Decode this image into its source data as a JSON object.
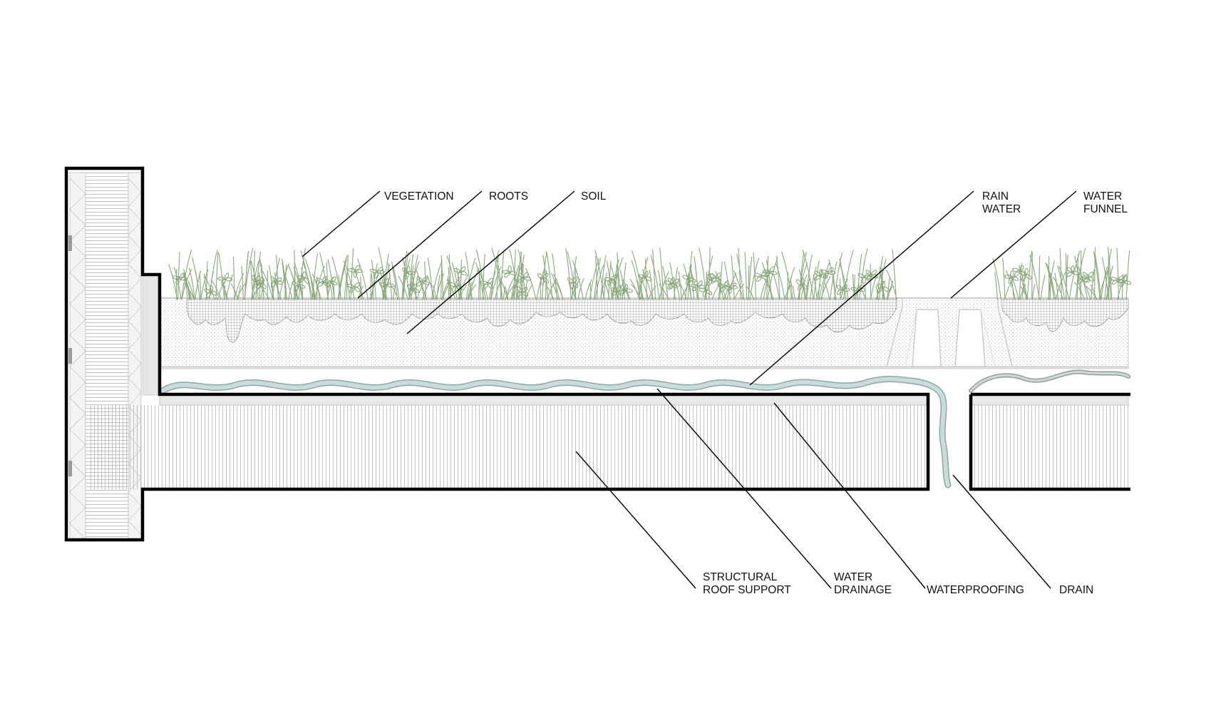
{
  "colors": {
    "outline": "#000000",
    "plant": "#8aa87c",
    "water": "#b9d0cf",
    "water_edge": "#8aa9a7",
    "soil_dot": "#b8b8b8",
    "hatch": "#b0b0b0",
    "membrane": "#e8e8e8"
  },
  "labels": {
    "vegetation": [
      "VEGETATION"
    ],
    "roots": [
      "ROOTS"
    ],
    "soil": [
      "SOIL"
    ],
    "rain_water": [
      "RAIN",
      "WATER"
    ],
    "water_funnel": [
      "WATER",
      "FUNNEL"
    ],
    "structural_roof_support": [
      "STRUCTURAL",
      "ROOF SUPPORT"
    ],
    "water_drainage": [
      "WATER",
      "DRAINAGE"
    ],
    "waterproofing": [
      "WATERPROOFING"
    ],
    "drain": [
      "DRAIN"
    ]
  }
}
